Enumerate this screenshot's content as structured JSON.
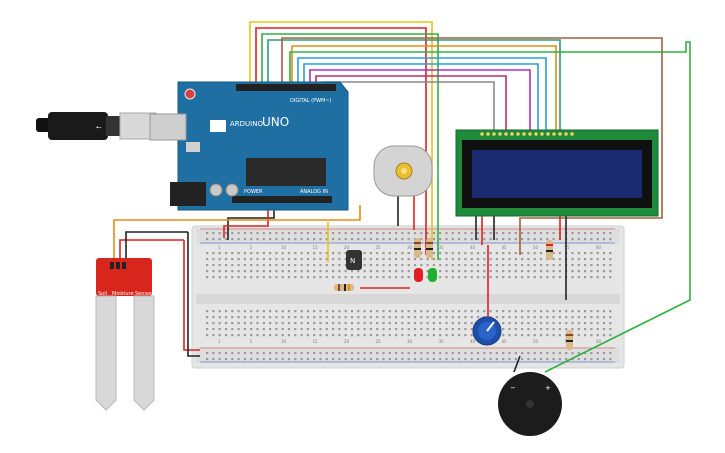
{
  "arduino": {
    "brand": "ARDUINO",
    "model": "UNO",
    "digital_header": "DIGITAL (PWM~)",
    "power_header": "POWER",
    "analog_header": "ANALOG IN",
    "board_color": "#1f6fa3"
  },
  "transistor": {
    "label": "N"
  },
  "soil_sensor": {
    "line1": "Soil",
    "line2": "Moisture",
    "line3": "Sensor",
    "board_color": "#d8261c"
  },
  "buzzer": {
    "minus": "−",
    "plus": "+"
  },
  "breadboard": {
    "col_numbers": [
      "1",
      "5",
      "10",
      "15",
      "20",
      "25",
      "30",
      "35",
      "40",
      "45",
      "50",
      "55",
      "60"
    ]
  },
  "lcd": {
    "screen_color": "#1a2a6e",
    "board_color": "#1d8a3c"
  },
  "leds": [
    {
      "name": "red-led",
      "color": "#e02020"
    },
    {
      "name": "green-led",
      "color": "#1fb030"
    }
  ],
  "wire_colors": {
    "red": "#e02020",
    "black": "#222222",
    "green": "#30b040",
    "orange": "#e58b1a",
    "yellow": "#e8c21a",
    "blue": "#2aa0d8",
    "purple": "#b030b0",
    "brown": "#a0603a",
    "gray": "#888888"
  }
}
